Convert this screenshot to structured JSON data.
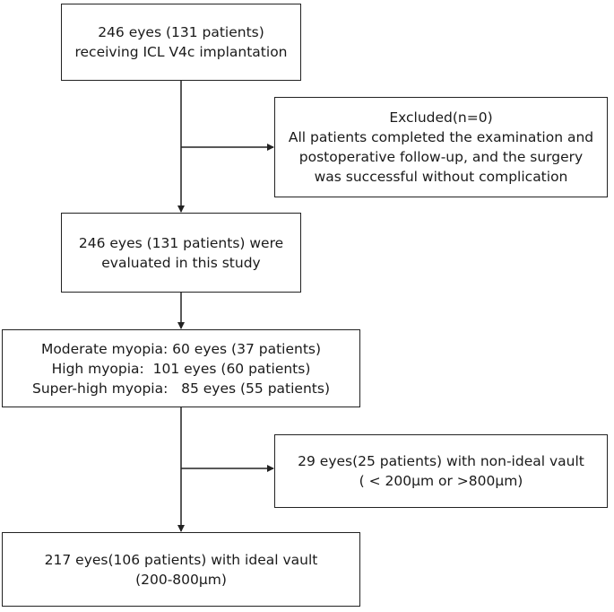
{
  "boxes": {
    "enrolled": [
      "246 eyes (131 patients)",
      "receiving ICL V4c implantation"
    ],
    "excluded": [
      "Excluded(n=0)",
      "All patients completed the examination and",
      "postoperative follow-up, and the surgery",
      "was successful without complication"
    ],
    "evaluated": [
      "246 eyes (131 patients) were",
      "evaluated in this study"
    ],
    "groups": [
      "Moderate myopia: 60 eyes (37 patients)",
      "High myopia:  101 eyes (60 patients)",
      "Super-high myopia:   85 eyes (55 patients)"
    ],
    "non_ideal": [
      "29 eyes(25 patients) with non-ideal vault",
      "( < 200μm or >800μm)"
    ],
    "ideal": [
      "217 eyes(106 patients) with ideal vault",
      "(200-800μm)"
    ]
  }
}
